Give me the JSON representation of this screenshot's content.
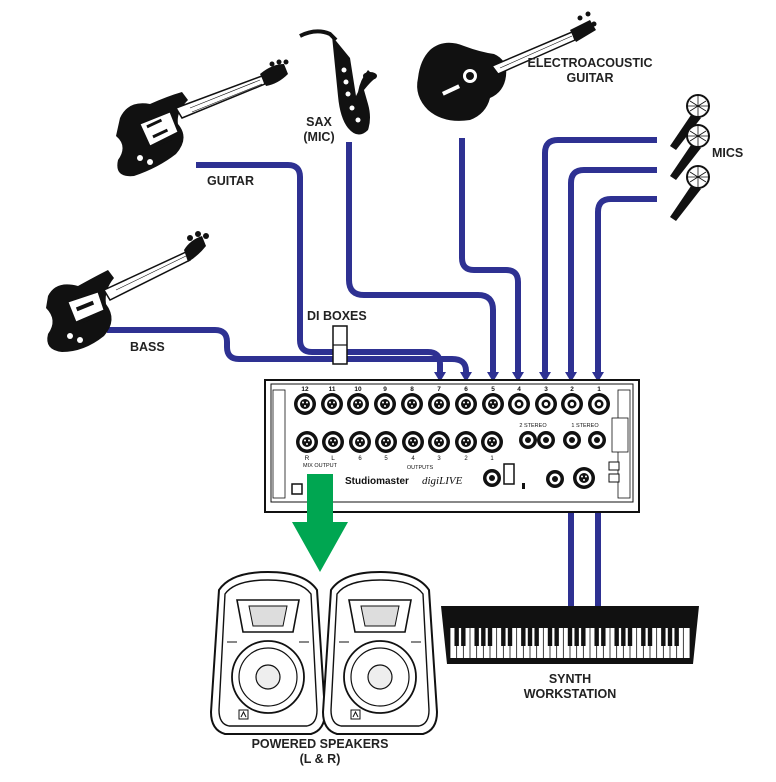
{
  "colors": {
    "cable": "#2e3192",
    "arrow": "#00a651",
    "ink": "#111111",
    "panel": "#ffffff",
    "text": "#222222"
  },
  "labels": {
    "guitar": "GUITAR",
    "sax": "SAX",
    "sax_sub": "(MIC)",
    "electro": "ELECTROACOUSTIC",
    "electro_sub": "GUITAR",
    "mics": "MICS",
    "di_boxes": "DI BOXES",
    "bass": "BASS",
    "synth": "SYNTH",
    "synth_sub": "WORKSTATION",
    "speakers": "POWERED SPEAKERS",
    "speakers_sub": "(L & R)"
  },
  "mixer": {
    "brand": "Studiomaster",
    "model": "digiLIVE",
    "input_numbers": [
      "12",
      "11",
      "10",
      "9",
      "8",
      "7",
      "6",
      "5",
      "4",
      "3",
      "2",
      "1"
    ],
    "output_numbers": [
      "6",
      "5",
      "4",
      "3",
      "2",
      "1"
    ],
    "outputs_label": "OUTPUTS",
    "mix_lr": [
      "R",
      "L"
    ],
    "mix_output_label": "MIX OUTPUT",
    "stereo_labels": [
      "2 STEREO",
      "1 STEREO"
    ]
  },
  "icons": [
    "electric-guitar-icon",
    "bass-guitar-icon",
    "saxophone-icon",
    "acoustic-guitar-icon",
    "microphone-icon",
    "di-box-icon",
    "powered-speaker-icon",
    "synth-keyboard-icon",
    "mixer-panel-icon"
  ]
}
